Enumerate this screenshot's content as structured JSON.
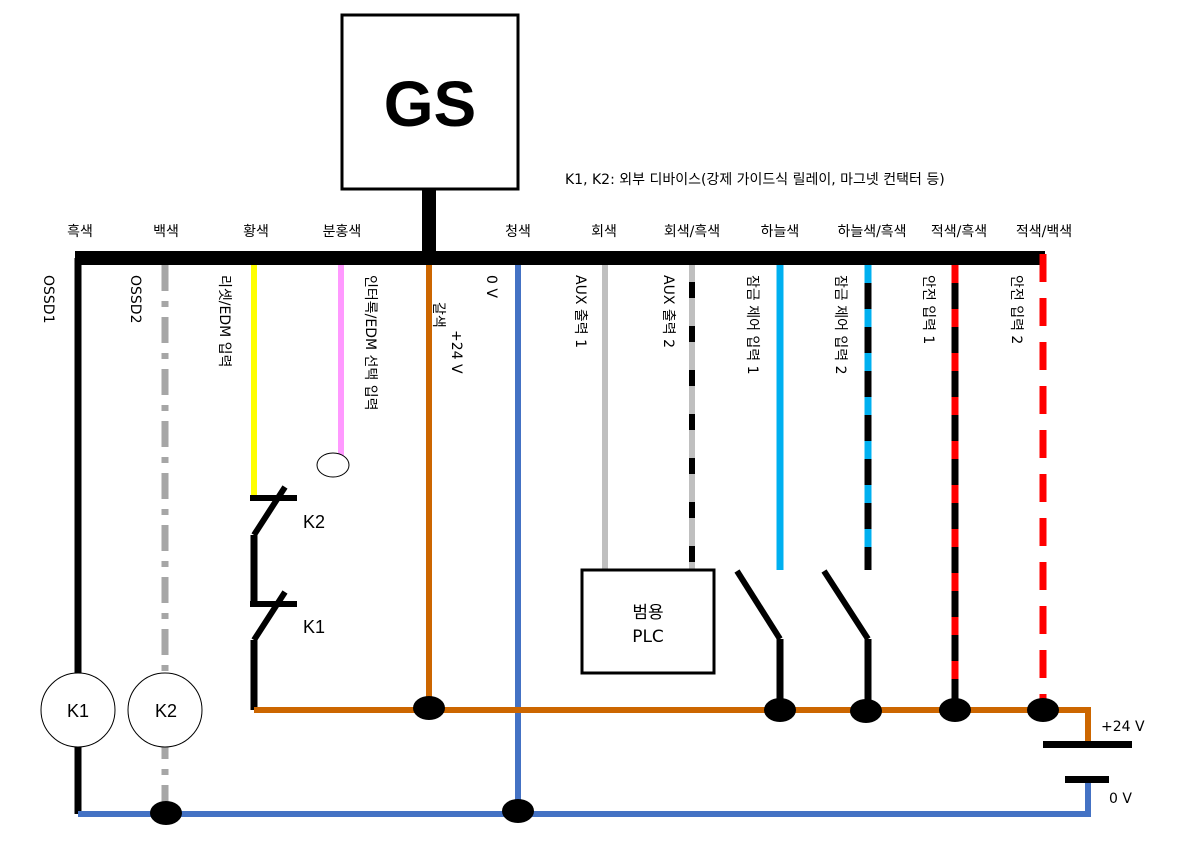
{
  "title_box": {
    "label": "GS"
  },
  "note": "K1, K2: 외부 디바이스(강제 가이드식 릴레이, 마그넷 컨택터 등)",
  "wires": [
    {
      "id": "ossd1",
      "color_name": "흑색",
      "function": "OSSD1",
      "colors": [
        "#000000"
      ],
      "style": "solid"
    },
    {
      "id": "ossd2",
      "color_name": "백색",
      "function": "OSSD2",
      "colors": [
        "#a6a6a6"
      ],
      "style": "dash-dot"
    },
    {
      "id": "reset",
      "color_name": "황색",
      "function": "리셋/EDM 입력",
      "colors": [
        "#ffff00"
      ],
      "style": "solid"
    },
    {
      "id": "interlock",
      "color_name": "분홍색",
      "function": "인터록/EDM 선택 입력",
      "colors": [
        "#ff99ff"
      ],
      "style": "solid"
    },
    {
      "id": "brown",
      "color_name": "갈색",
      "function": "+24 V",
      "colors": [
        "#cc6600"
      ],
      "style": "solid"
    },
    {
      "id": "blue",
      "color_name": "청색",
      "function": "0 V",
      "colors": [
        "#4472c4"
      ],
      "style": "solid"
    },
    {
      "id": "aux1",
      "color_name": "회색",
      "function": "AUX 출력 1",
      "colors": [
        "#bfbfbf"
      ],
      "style": "solid"
    },
    {
      "id": "aux2",
      "color_name": "회색/흑색",
      "function": "AUX 출력 2",
      "colors": [
        "#bfbfbf",
        "#000000"
      ],
      "style": "striped"
    },
    {
      "id": "lock1",
      "color_name": "하늘색",
      "function": "잠금 제어 입력 1",
      "colors": [
        "#00b0f0"
      ],
      "style": "solid"
    },
    {
      "id": "lock2",
      "color_name": "하늘색/흑색",
      "function": "잠금 제어 입력 2",
      "colors": [
        "#00b0f0",
        "#000000"
      ],
      "style": "striped"
    },
    {
      "id": "safety1",
      "color_name": "적색/흑색",
      "function": "안전 입력 1",
      "colors": [
        "#ff0000",
        "#000000"
      ],
      "style": "striped"
    },
    {
      "id": "safety2",
      "color_name": "적색/백색",
      "function": "안전 입력 2",
      "colors": [
        "#ff0000"
      ],
      "style": "dashed"
    }
  ],
  "devices": {
    "coil_k1": "K1",
    "coil_k2": "K2",
    "contact_k2": "K2",
    "contact_k1": "K1",
    "plc_line1": "범용",
    "plc_line2": "PLC"
  },
  "power": {
    "plus_label": "+24 V",
    "zero_label": "0 V"
  }
}
